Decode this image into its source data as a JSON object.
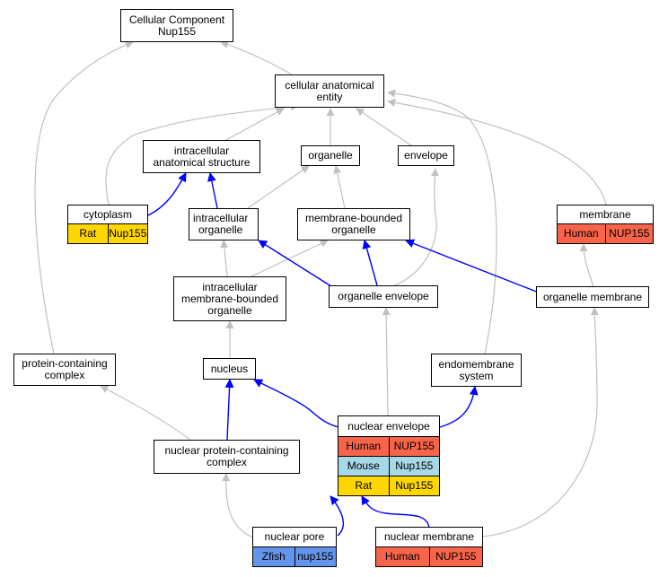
{
  "colors": {
    "gray_edge": "#c0c0c0",
    "blue_edge": "#0000ff",
    "human": "#f8644a",
    "mouse": "#a7d8e8",
    "rat": "#ffd700",
    "zfish": "#6495ed"
  },
  "nodes": {
    "cc_nup155": {
      "label": "Cellular Component\nNup155"
    },
    "cae": {
      "label": "cellular anatomical\nentity"
    },
    "ias": {
      "label": "intracellular\nanatomical structure"
    },
    "organelle": {
      "label": "organelle"
    },
    "envelope": {
      "label": "envelope"
    },
    "cytoplasm": {
      "label": "cytoplasm",
      "rows": [
        {
          "species": "Rat",
          "gene": "Nup155"
        }
      ]
    },
    "io": {
      "label": "intracellular\norganelle"
    },
    "mbo": {
      "label": "membrane-bounded\norganelle"
    },
    "membrane": {
      "label": "membrane",
      "rows": [
        {
          "species": "Human",
          "gene": "NUP155"
        }
      ]
    },
    "imbo": {
      "label": "intracellular\nmembrane-bounded\norganelle"
    },
    "oenv": {
      "label": "organelle envelope"
    },
    "omem": {
      "label": "organelle membrane"
    },
    "pcc": {
      "label": "protein-containing\ncomplex"
    },
    "nucleus": {
      "label": "nucleus"
    },
    "endo": {
      "label": "endomembrane\nsystem"
    },
    "nenv": {
      "label": "nuclear envelope",
      "rows": [
        {
          "species": "Human",
          "gene": "NUP155"
        },
        {
          "species": "Mouse",
          "gene": "Nup155"
        },
        {
          "species": "Rat",
          "gene": "Nup155"
        }
      ]
    },
    "npcc": {
      "label": "nuclear protein-containing\ncomplex"
    },
    "npore": {
      "label": "nuclear pore",
      "rows": [
        {
          "species": "Zfish",
          "gene": "nup155"
        }
      ]
    },
    "nmem": {
      "label": "nuclear membrane",
      "rows": [
        {
          "species": "Human",
          "gene": "NUP155"
        }
      ]
    }
  }
}
